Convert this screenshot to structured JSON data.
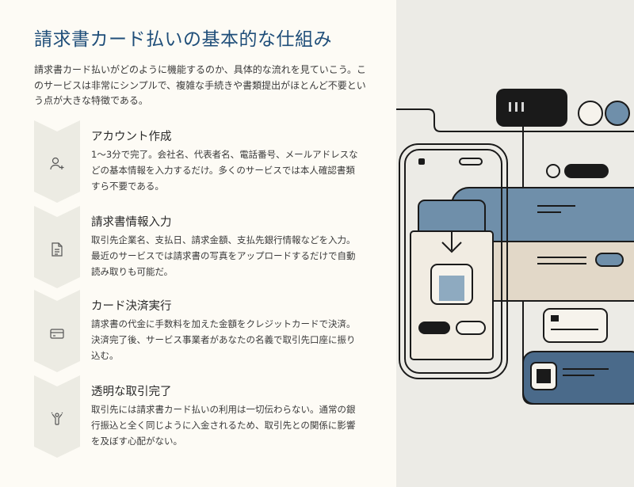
{
  "title": "請求書カード払いの基本的な仕組み",
  "intro": "請求書カード払いがどのように機能するのか、具体的な流れを見ていこう。このサービスは非常にシンプルで、複雑な手続きや書類提出がほとんど不要という点が大きな特徴である。",
  "steps": [
    {
      "title": "アカウント作成",
      "description": "1〜3分で完了。会社名、代表者名、電話番号、メールアドレスなどの基本情報を入力するだけ。多くのサービスでは本人確認書類すら不要である。",
      "icon": "user-add-icon"
    },
    {
      "title": "請求書情報入力",
      "description": "取引先企業名、支払日、請求金額、支払先銀行情報などを入力。最近のサービスでは請求書の写真をアップロードするだけで自動読み取りも可能だ。",
      "icon": "document-icon"
    },
    {
      "title": "カード決済実行",
      "description": "請求書の代金に手数料を加えた金額をクレジットカードで決済。決済完了後、サービス事業者があなたの名義で取引先口座に振り込む。",
      "icon": "credit-card-icon"
    },
    {
      "title": "透明な取引完了",
      "description": "取引先には請求書カード払いの利用は一切伝わらない。通常の銀行振込と全く同じように入金されるため、取引先との関係に影響を及ぼす心配がない。",
      "icon": "celebrate-icon"
    }
  ],
  "colors": {
    "title": "#1f4e79",
    "chevron": "#ecebe3",
    "blue": "#6f8faa",
    "beige": "#e2d8c8",
    "navy": "#4a6a8a",
    "ink": "#1a1a1a"
  },
  "illustration": {
    "icon": "phone-app-illustration"
  }
}
